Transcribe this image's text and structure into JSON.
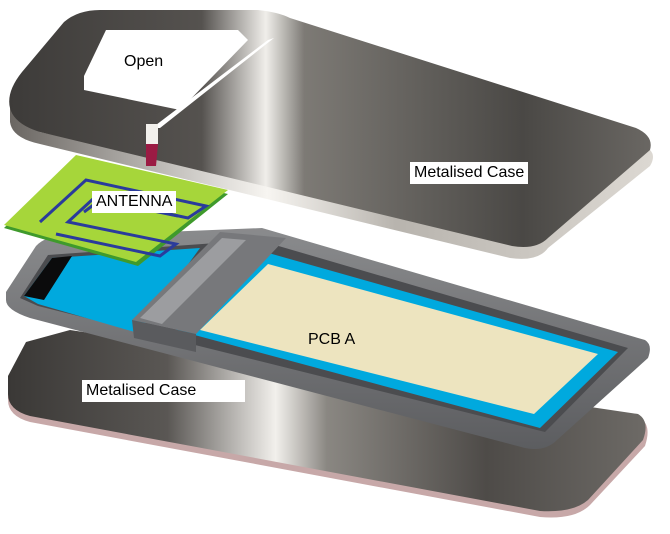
{
  "labels": {
    "open": "Open",
    "top_case": "Metalised Case",
    "antenna": "ANTENNA",
    "pcb": "PCB A",
    "bottom_case": "Metalised Case"
  },
  "colors": {
    "metal_dark": "#4a4845",
    "metal_mid": "#8e8b86",
    "metal_light": "#e9e7e3",
    "frame_gray": "#6f7072",
    "cavity_blue": "#00a9de",
    "pcb_beige": "#ede4bf",
    "antenna_green": "#a6d63a",
    "antenna_trace": "#2a3b9c",
    "slot_red": "#9b1b44",
    "edge_pink": "#c9a9a9"
  }
}
